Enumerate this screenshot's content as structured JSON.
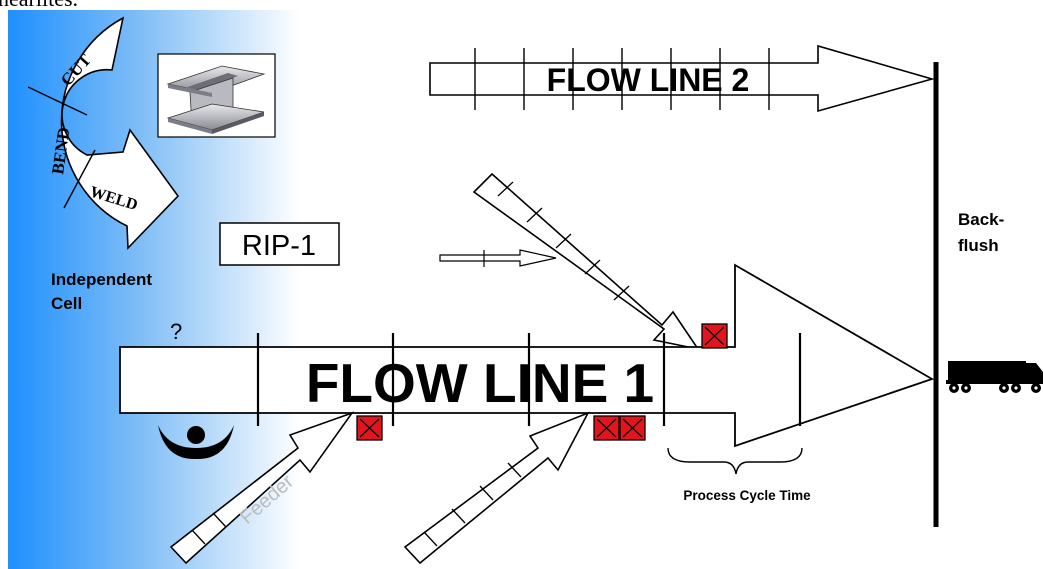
{
  "header_fragment": "nearlites.",
  "flow_line_1": {
    "label": "FLOW LINE 1"
  },
  "flow_line_2": {
    "label": "FLOW LINE 2"
  },
  "cell": {
    "steps": [
      "CUT",
      "BEND",
      "WELD"
    ],
    "caption_line1": "Independent",
    "caption_line2": "Cell"
  },
  "rip_label": "RIP-1",
  "question_mark": "?",
  "feeder_label": "Feeder",
  "backflush": {
    "line1": "Back-",
    "line2": "flush"
  },
  "process_cycle_time_label": "Process Cycle Time",
  "icons": [
    "steel-beam-icon",
    "operator-icon",
    "truck-icon",
    "kanban-box-icon"
  ],
  "colors": {
    "gradient_blue": "#1e90ff",
    "kanban_red": "#e3141c",
    "ink": "#000000"
  }
}
